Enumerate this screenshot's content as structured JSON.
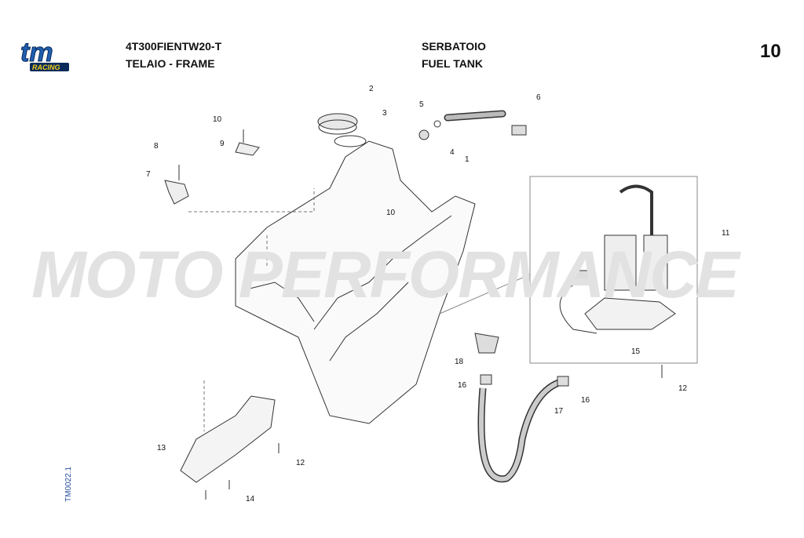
{
  "header": {
    "code": "4T300FIENTW20-T",
    "group": "TELAIO - FRAME",
    "title_it": "SERBATOIO",
    "title_en": "FUEL TANK",
    "page_number": "10"
  },
  "logo": {
    "text": "tm",
    "subtext": "RACING",
    "colors": {
      "blue": "#1f5fb0",
      "yellow": "#f2d21b"
    }
  },
  "watermark": "MOTO PERFORMANCE",
  "document_id": "TM0022.1",
  "callouts": [
    "1",
    "2",
    "3",
    "4",
    "5",
    "6",
    "7",
    "8",
    "9",
    "10",
    "10",
    "11",
    "12",
    "12",
    "13",
    "14",
    "15",
    "16",
    "16",
    "17",
    "18"
  ]
}
